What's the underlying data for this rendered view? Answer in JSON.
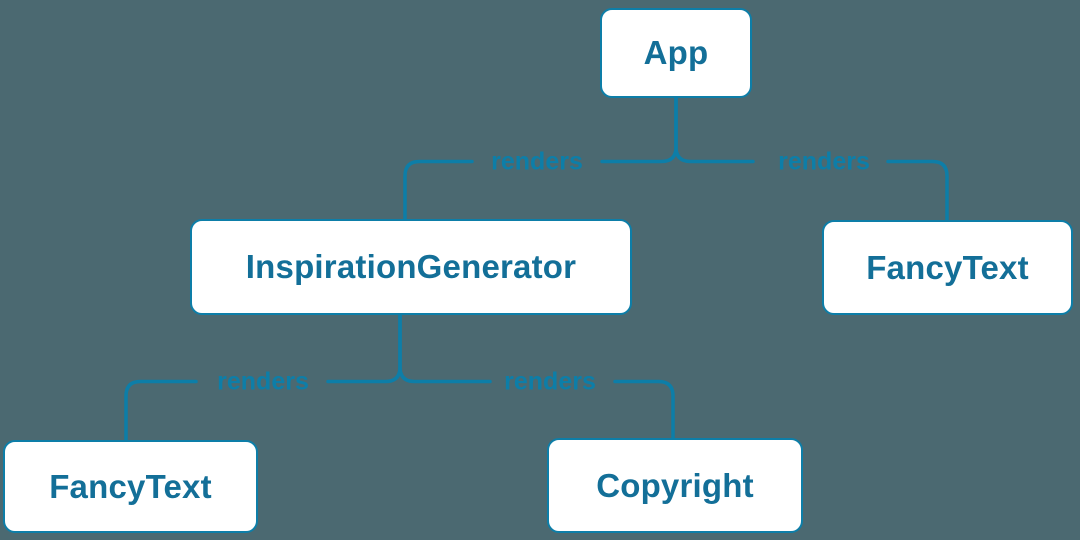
{
  "diagram_type": "component-render-tree",
  "colors": {
    "background": "#4b6971",
    "accent": "#0d7ea8",
    "node_fill": "#ffffff",
    "node_text": "#136f98"
  },
  "nodes": [
    {
      "id": "app",
      "label": "App"
    },
    {
      "id": "inspiration-generator",
      "label": "InspirationGenerator"
    },
    {
      "id": "fancy-text-right",
      "label": "FancyText"
    },
    {
      "id": "fancy-text-left",
      "label": "FancyText"
    },
    {
      "id": "copyright",
      "label": "Copyright"
    }
  ],
  "edges": [
    {
      "from": "App",
      "to": "InspirationGenerator",
      "label": "renders"
    },
    {
      "from": "App",
      "to": "FancyText",
      "label": "renders"
    },
    {
      "from": "InspirationGenerator",
      "to": "FancyText",
      "label": "renders"
    },
    {
      "from": "InspirationGenerator",
      "to": "Copyright",
      "label": "renders"
    }
  ]
}
